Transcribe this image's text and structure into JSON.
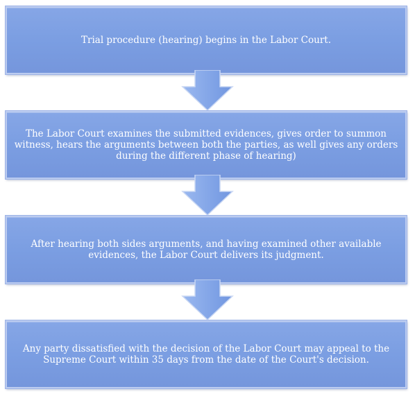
{
  "flowchart": {
    "steps": [
      {
        "text": "Trial procedure (hearing) begins in the Labor Court."
      },
      {
        "text": "The Labor Court examines the submitted evidences, gives order to summon witness, hears the arguments between both the parties, as well gives any orders during the different phase of hearing)"
      },
      {
        "text": "After hearing both sides arguments, and having examined other available evidences, the Labor Court delivers its judgment."
      },
      {
        "text": "Any party dissatisfied with the decision of the Labor Court may appeal to the Supreme Court within 35 days from the date of the Court's decision."
      }
    ]
  },
  "colors": {
    "box_fill": "#7b9ee2",
    "box_border": "#bcccf0",
    "arrow_fill": "#8fb0ec"
  },
  "icons": {
    "connector": "down-arrow-icon"
  }
}
